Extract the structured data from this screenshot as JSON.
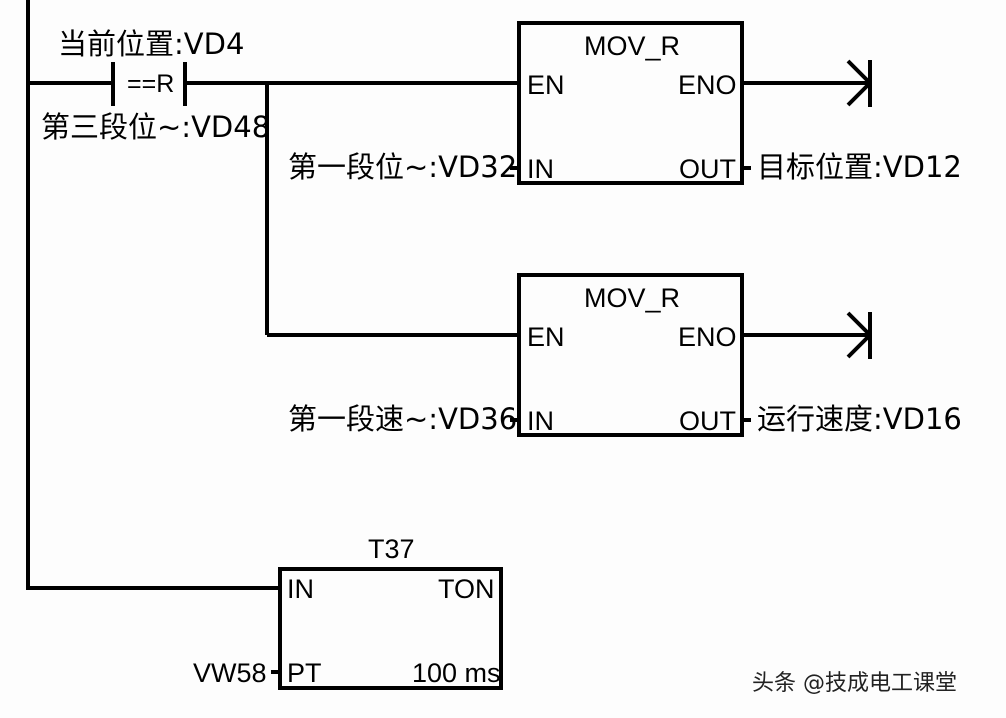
{
  "diagram": {
    "type": "ladder-logic-network",
    "compare_contact": {
      "operator": "==R",
      "top_operand": "当前位置:VD4",
      "bottom_operand": "第三段位~:VD48"
    },
    "blocks": [
      {
        "title": "MOV_R",
        "pins": {
          "en": "EN",
          "eno": "ENO",
          "in": "IN",
          "out": "OUT"
        },
        "in_operand": "第一段位~:VD32",
        "out_operand": "目标位置:VD12"
      },
      {
        "title": "MOV_R",
        "pins": {
          "en": "EN",
          "eno": "ENO",
          "in": "IN",
          "out": "OUT"
        },
        "in_operand": "第一段速~:VD36",
        "out_operand": "运行速度:VD16"
      }
    ],
    "timer": {
      "name": "T37",
      "type": "TON",
      "pins": {
        "in": "IN",
        "pt": "PT"
      },
      "pt_operand": "VW58",
      "resolution": "100 ms"
    },
    "watermark": "头条 @技成电工课堂"
  }
}
